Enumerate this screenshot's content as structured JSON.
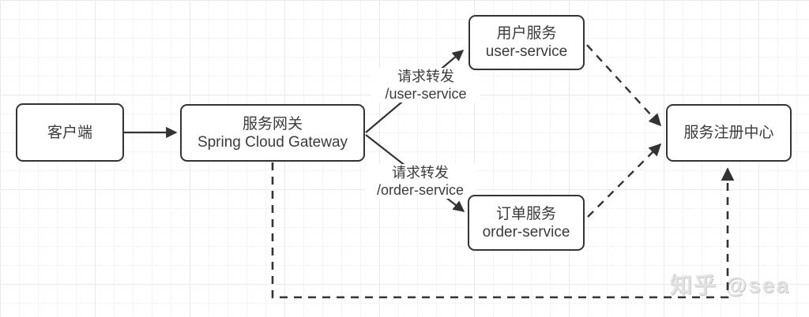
{
  "diagram": {
    "nodes": {
      "client": {
        "title": "客户端"
      },
      "gateway": {
        "title": "服务网关",
        "subtitle": "Spring Cloud Gateway"
      },
      "user_service": {
        "title": "用户服务",
        "subtitle": "user-service"
      },
      "order_service": {
        "title": "订单服务",
        "subtitle": "order-service"
      },
      "registry": {
        "title": "服务注册中心"
      }
    },
    "edge_labels": {
      "user_forward": {
        "line1": "请求转发",
        "line2": "/user-service"
      },
      "order_forward": {
        "line1": "请求转发",
        "line2": "/order-service"
      }
    },
    "edges": [
      {
        "from": "client",
        "to": "gateway",
        "style": "solid",
        "label": ""
      },
      {
        "from": "gateway",
        "to": "user_service",
        "style": "solid",
        "label": "请求转发 /user-service"
      },
      {
        "from": "gateway",
        "to": "order_service",
        "style": "solid",
        "label": "请求转发 /order-service"
      },
      {
        "from": "user_service",
        "to": "registry",
        "style": "dashed",
        "label": ""
      },
      {
        "from": "order_service",
        "to": "registry",
        "style": "dashed",
        "label": ""
      },
      {
        "from": "gateway",
        "to": "registry",
        "style": "dashed",
        "route": "bottom",
        "label": ""
      }
    ],
    "colors": {
      "line": "#333333",
      "box_border": "#333333",
      "box_fill": "#ffffff",
      "text": "#3b3b3b",
      "grid": "#ececec",
      "watermark": "#d9d9d9"
    }
  },
  "watermark": {
    "text": "知乎 @sea"
  }
}
